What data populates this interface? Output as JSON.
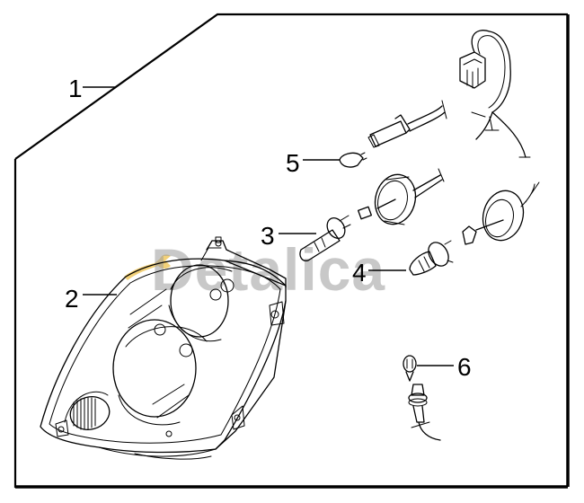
{
  "diagram": {
    "type": "exploded parts diagram",
    "subject": "headlamp assembly",
    "watermark": {
      "text": "Detalica",
      "color": "#9a9a9a",
      "icon": "wrench-icon",
      "icon_color": "#f0c860"
    },
    "callouts": [
      {
        "number": "1",
        "part": "headlamp-assembly-frame"
      },
      {
        "number": "2",
        "part": "headlamp-housing"
      },
      {
        "number": "3",
        "part": "high-beam-bulb"
      },
      {
        "number": "4",
        "part": "low-beam-bulb"
      },
      {
        "number": "5",
        "part": "position-lamp-bulb"
      },
      {
        "number": "6",
        "part": "turn-signal-bulb"
      }
    ],
    "colors": {
      "line": "#000000",
      "background": "#ffffff"
    }
  }
}
